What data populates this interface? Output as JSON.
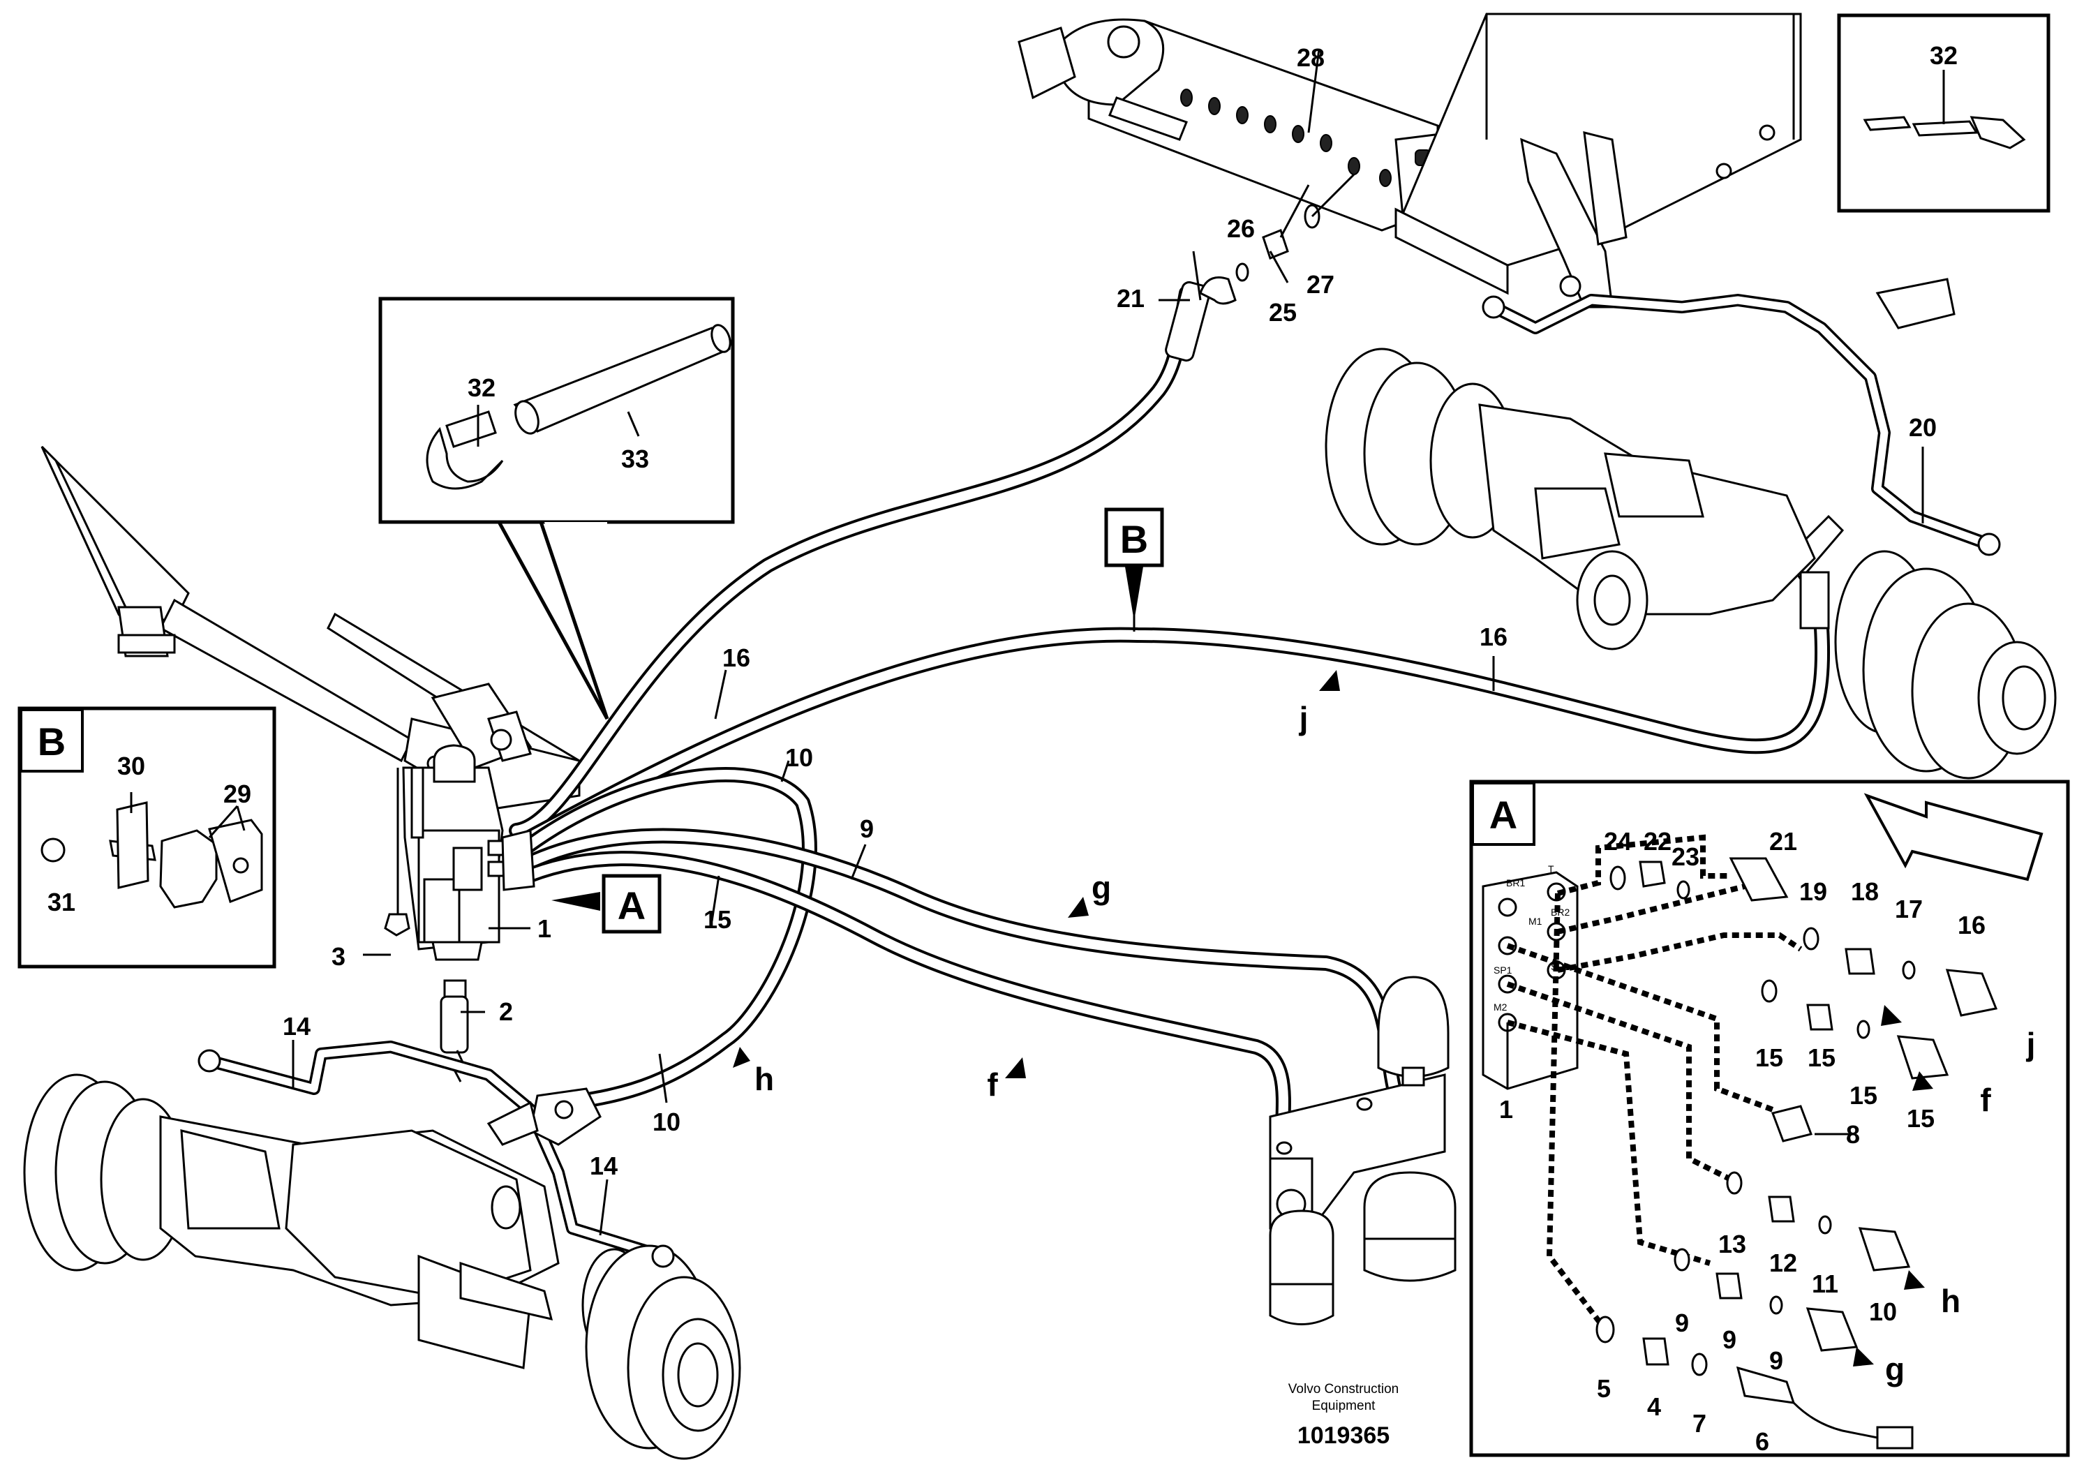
{
  "callouts": {
    "c1": "1",
    "c2": "2",
    "c3": "3",
    "c9": "9",
    "c10a": "10",
    "c10b": "10",
    "c14a": "14",
    "c14b": "14",
    "c15": "15",
    "c16a": "16",
    "c16b": "16",
    "c20": "20",
    "c21": "21",
    "c25": "25",
    "c26": "26",
    "c27": "27",
    "c28": "28",
    "c29": "29",
    "c30": "30",
    "c31": "31",
    "c32a": "32",
    "c32b": "32",
    "c33": "33"
  },
  "flow_letters": {
    "f": "f",
    "g": "g",
    "h": "h",
    "j": "j"
  },
  "section_markers": {
    "A": "A",
    "B": "B"
  },
  "detail_A": {
    "title": "A",
    "ports": [
      "BR1",
      "T",
      "M1",
      "BR2",
      "SP1",
      "SP2",
      "M2"
    ],
    "labels": {
      "n24": "24",
      "n22": "22",
      "n23": "23",
      "n21": "21",
      "n19": "19",
      "n18": "18",
      "n17": "17",
      "n16": "16",
      "n15a": "15",
      "n15b": "15",
      "n15c": "15",
      "n15d": "15",
      "n8": "8",
      "n1": "1",
      "n13": "13",
      "n12": "12",
      "n11": "11",
      "n10": "10",
      "n9a": "9",
      "n9b": "9",
      "n9c": "9",
      "n5": "5",
      "n4": "4",
      "n7": "7",
      "n6": "6",
      "lj": "j",
      "lf": "f",
      "lh": "h",
      "lg": "g"
    }
  },
  "caption": {
    "line1": "Volvo Construction",
    "line2": "Equipment",
    "number": "1019365"
  }
}
